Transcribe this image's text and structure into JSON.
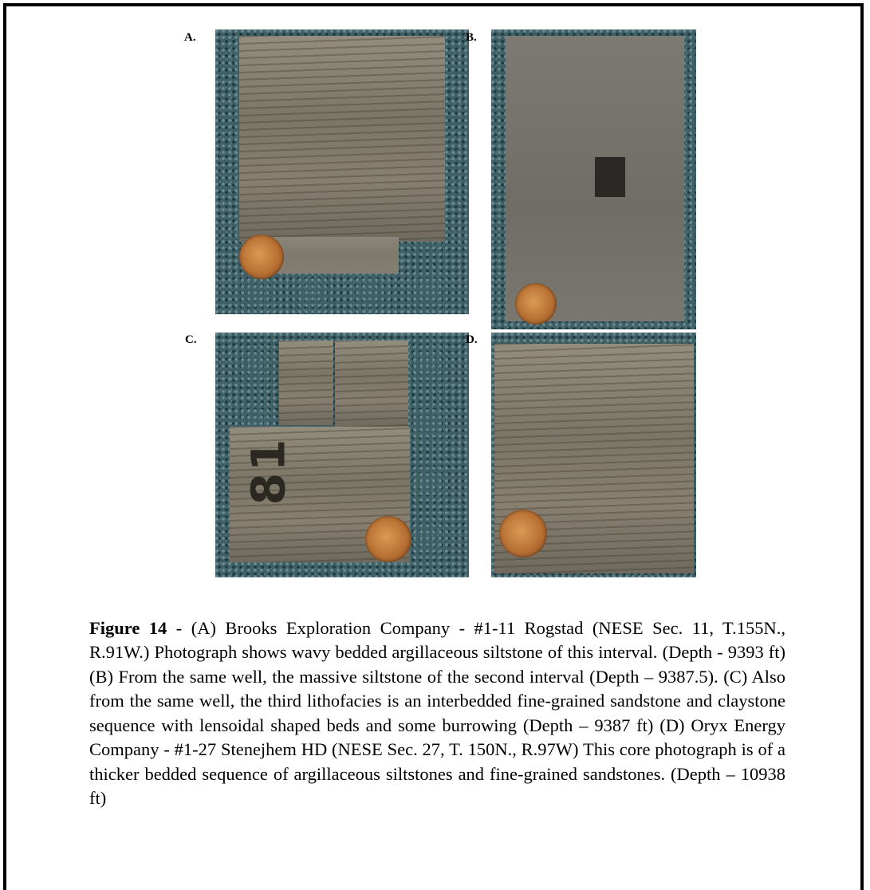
{
  "figure": {
    "panels": [
      {
        "label": "A."
      },
      {
        "label": "B."
      },
      {
        "label": "C."
      },
      {
        "label": "D."
      }
    ],
    "core_marking": "81",
    "caption_label": "Figure 14",
    "caption_text": " - (A)  Brooks Exploration Company - #1-11 Rogstad (NESE Sec. 11, T.155N., R.91W.) Photograph shows wavy bedded argillaceous siltstone of this interval. (Depth - 9393 ft)  (B)  From the same well, the massive siltstone of the second interval (Depth – 9387.5). (C) Also from the same well, the third lithofacies is an interbedded fine-grained sandstone and claystone sequence with lensoidal shaped beds and some burrowing (Depth – 9387 ft)  (D)  Oryx Energy Company - #1-27 Stenejhem HD (NESE Sec. 27, T. 150N., R.97W) This core photograph is of a thicker bedded sequence of argillaceous siltstones and fine-grained sandstones. (Depth – 10938 ft)"
  }
}
